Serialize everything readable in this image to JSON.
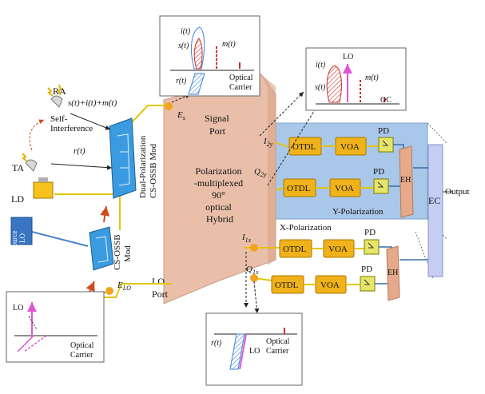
{
  "colors": {
    "yellow_box": "#f0b21a",
    "hybrid": "#e9bfa9",
    "hybrid_edge": "#c99a82",
    "y_pol_bg": "#a9c7e8",
    "ec_bar": "#c5cdf2",
    "mod_blue": "#3b9be0",
    "fiber": "#e2c50a",
    "junction": "#f2a31d",
    "red_arrow": "#d24a1c",
    "lo_pink": "#e055d4"
  },
  "labels": {
    "ra": "RA",
    "signal_sum": "s(t)+i(t)+m(t)",
    "self_interference": "Self-\nInterference",
    "ta": "TA",
    "rt": "r(t)",
    "ld": "LD",
    "lo_source": "LO\nsource",
    "dp_mod": "Dual-Polarization\nCS-OSSB Mod",
    "cs_ossb_mod": "CS-OSSB\nMod",
    "es": "E",
    "es_sub": "s",
    "elo": "E",
    "elo_sub": "LO",
    "signal_port": "Signal\nPort",
    "hybrid_text": "Polarization\n-multiplexed\n90°\noptical\nHybrid",
    "lo_port": "LO\nPort",
    "i2y": "I",
    "i2y_sub": "2y",
    "q2y": "Q",
    "q2y_sub": "2y",
    "i1x": "I",
    "i1x_sub": "1x",
    "q1x": "Q",
    "q1x_sub": "1x",
    "otdl": "OTDL",
    "voa": "VOA",
    "pd": "PD",
    "eh": "EH",
    "ec": "EC",
    "output": "Output",
    "y_polarization": "Y-Polarization",
    "x_polarization": "X-Polarization"
  },
  "insets": {
    "top": {
      "i": "i(t)",
      "s": "s(t)",
      "m": "m(t)",
      "r": "r(t)",
      "carrier": "Optical\nCarrier"
    },
    "right": {
      "i": "i(t)",
      "lo": "LO",
      "s": "s(t)",
      "m": "m(t)",
      "oc": "OC"
    },
    "left": {
      "lo": "LO",
      "carrier": "Optical\nCarrier"
    },
    "bottom": {
      "r": "r(t)",
      "lo": "LO",
      "carrier": "Optical\nCarrier"
    }
  }
}
